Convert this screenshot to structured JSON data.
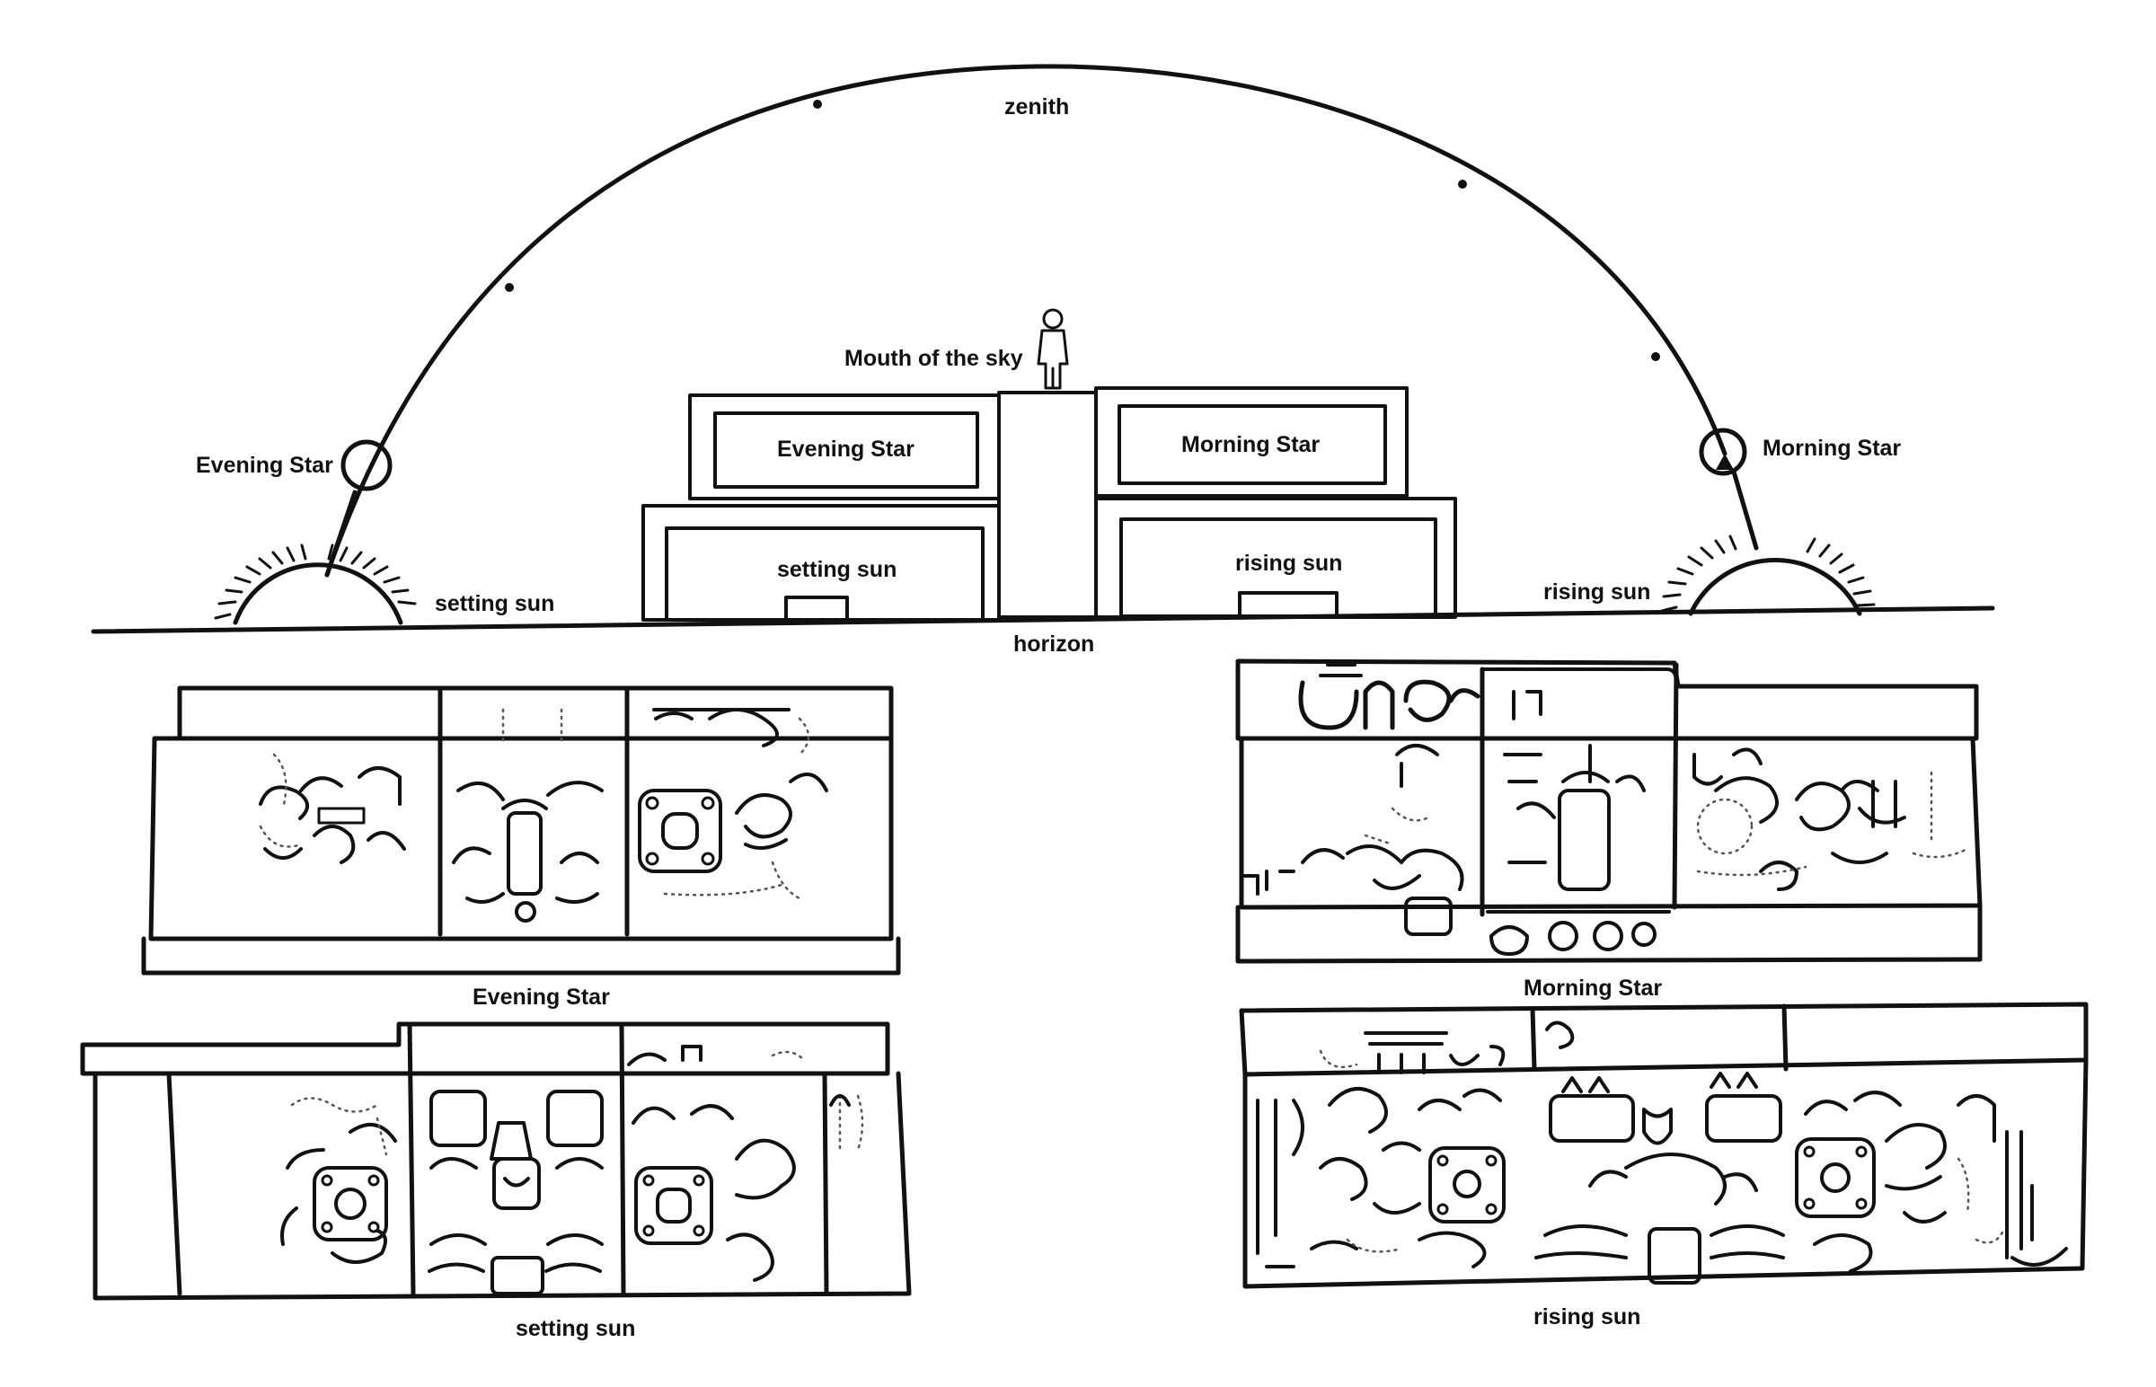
{
  "labels": {
    "zenith": "zenith",
    "mouth_of_the_sky": "Mouth of the sky",
    "evening_star_sky": "Evening Star",
    "morning_star_sky": "Morning Star",
    "setting_sun_sky": "setting sun",
    "rising_sun_sky": "rising sun",
    "horizon": "horizon",
    "building_upper_left": "Evening Star",
    "building_upper_right": "Morning Star",
    "building_lower_left": "setting sun",
    "building_lower_right": "rising sun",
    "panel_evening_star": "Evening Star",
    "panel_setting_sun": "setting sun",
    "panel_morning_star": "Morning Star",
    "panel_rising_sun": "rising sun"
  },
  "colors": {
    "ink": "#111111",
    "background": "#ffffff"
  }
}
